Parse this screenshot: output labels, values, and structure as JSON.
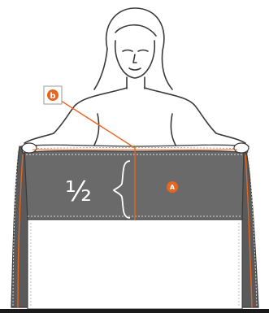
{
  "diagram": {
    "fraction_label": "½",
    "marker_a_label": "A",
    "marker_b_label": "b"
  },
  "colors": {
    "outline": "#3a3a3a",
    "panel": "#6a6a6a",
    "panel_dark": "#5a5a5a",
    "accent": "#e8651f",
    "stitch": "#d9d9d9",
    "ground": "#1a1a1a",
    "background": "#ffffff"
  }
}
